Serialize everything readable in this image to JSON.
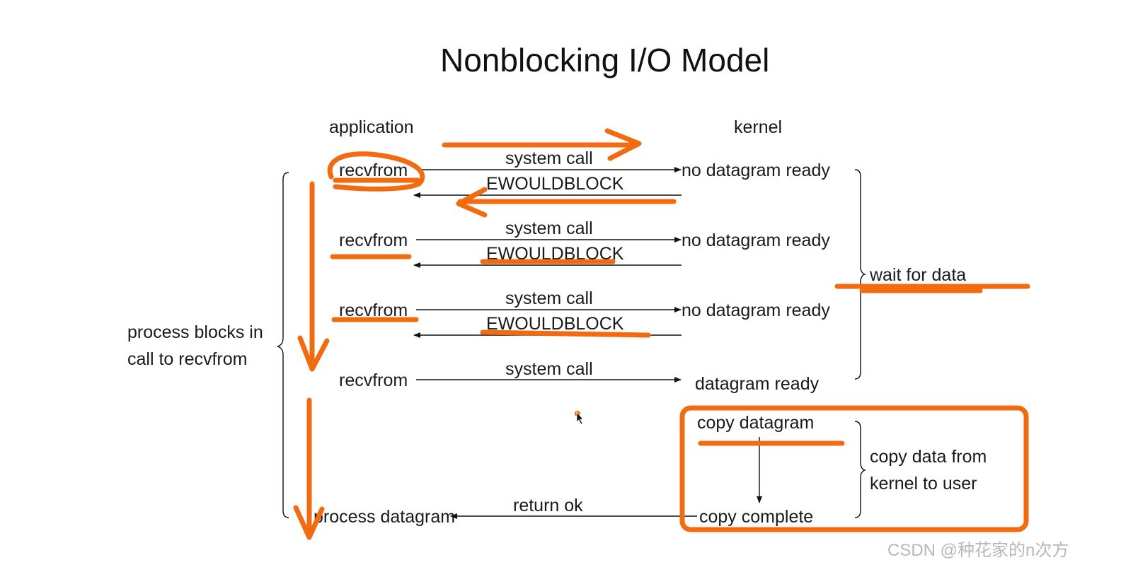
{
  "title": "Nonblocking I/O Model",
  "columns": {
    "left": "application",
    "right": "kernel"
  },
  "rows": [
    {
      "app": "recvfrom",
      "request": "system call",
      "reply": "EWOULDBLOCK",
      "kernel": "no datagram ready"
    },
    {
      "app": "recvfrom",
      "request": "system call",
      "reply": "EWOULDBLOCK",
      "kernel": "no datagram ready"
    },
    {
      "app": "recvfrom",
      "request": "system call",
      "reply": "EWOULDBLOCK",
      "kernel": "no datagram ready"
    },
    {
      "app": "recvfrom",
      "request": "system call",
      "kernel": "datagram ready"
    }
  ],
  "copy": {
    "start": "copy datagram",
    "end": "copy complete"
  },
  "return": {
    "label": "return ok",
    "app": "process datagram"
  },
  "braces": {
    "left_label_line1": "process blocks in",
    "left_label_line2": "call to recvfrom",
    "wait": "wait for data",
    "copy_line1": "copy data from",
    "copy_line2": "kernel to user"
  },
  "watermark": "CSDN @种花家的n次方",
  "annotation_color": "#f26b10"
}
